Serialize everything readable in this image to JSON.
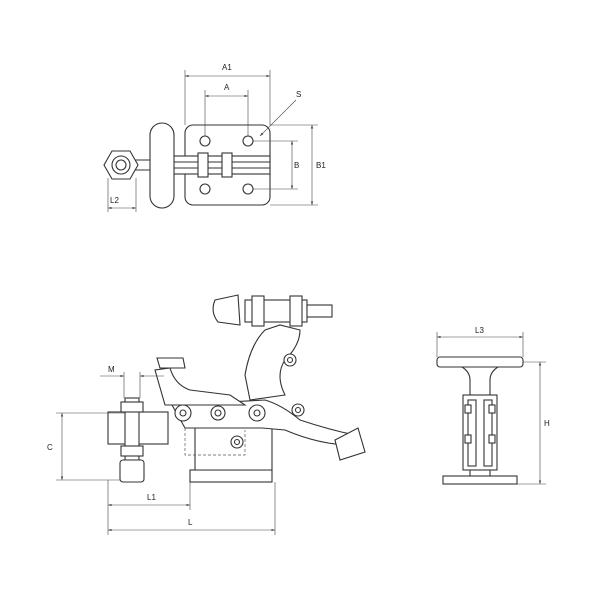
{
  "title": "Vertical toggle clamp dimension drawing",
  "dimensions": {
    "A1": "A1",
    "A": "A",
    "S": "S",
    "B": "B",
    "B1": "B1",
    "L2": "L2",
    "M": "M",
    "C": "C",
    "L1": "L1",
    "L": "L",
    "L3": "L3",
    "H": "H"
  },
  "colors": {
    "line": "#333333",
    "background": "#ffffff"
  }
}
